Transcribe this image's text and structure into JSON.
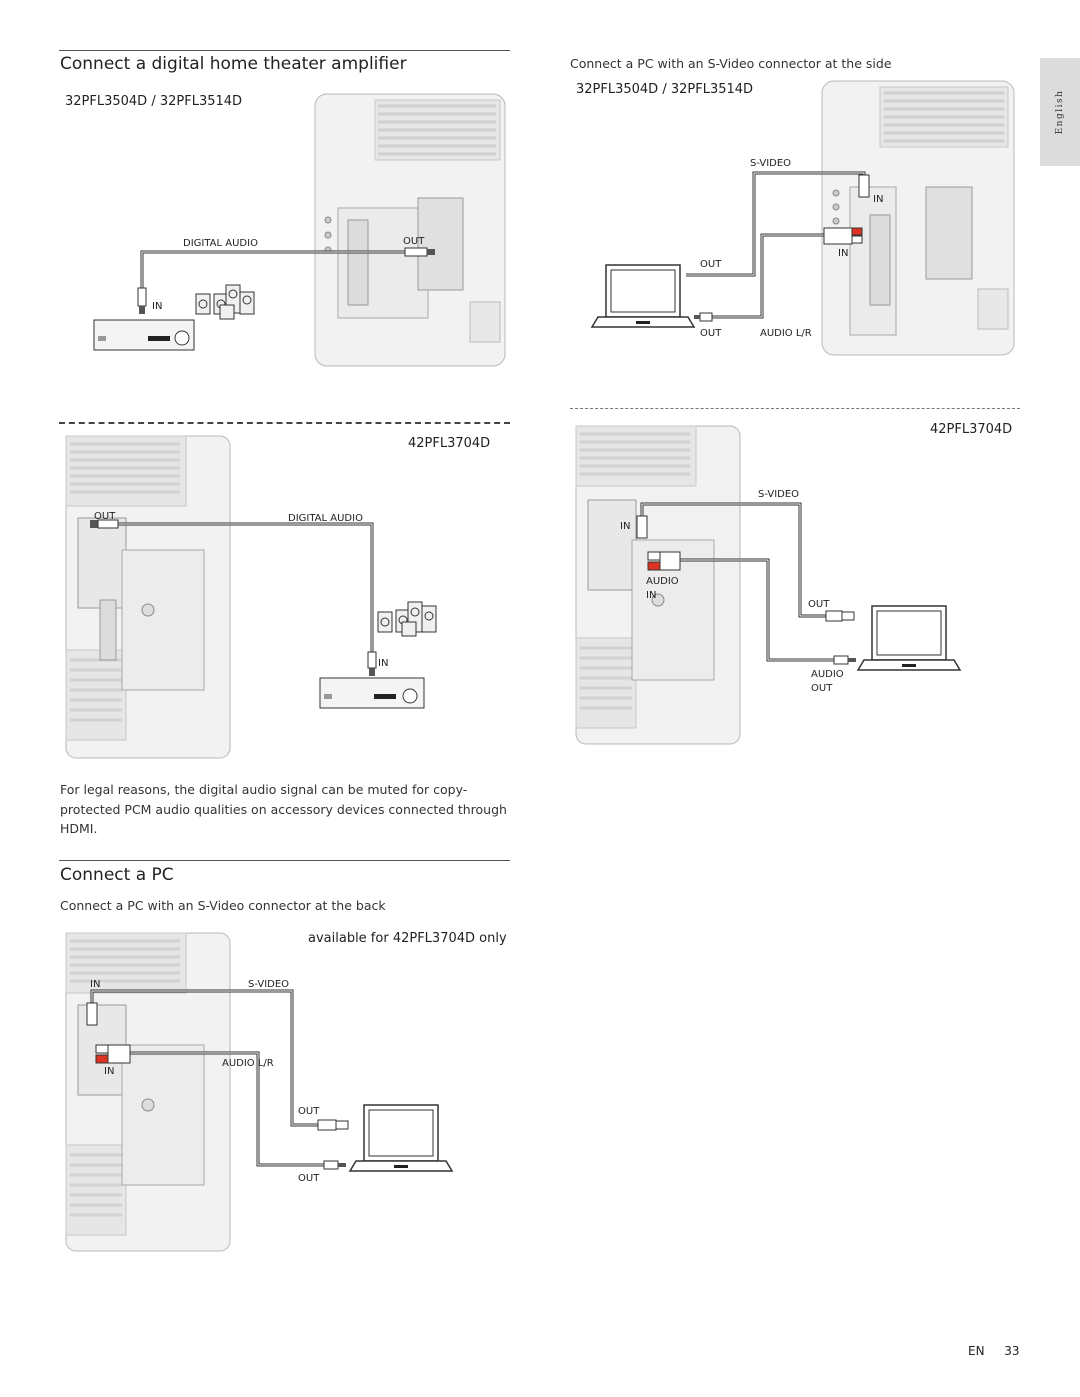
{
  "side_tab": {
    "label": "English"
  },
  "left": {
    "sec1_title": "Connect a digital home theater amplifier",
    "fig1": {
      "model": "32PFL3504D / 32PFL3514D",
      "label_digital_audio": "DIGITAL AUDIO",
      "label_out": "OUT",
      "label_in": "IN"
    },
    "fig2": {
      "model": "42PFL3704D",
      "label_out": "OUT",
      "label_digital_audio": "DIGITAL AUDIO",
      "label_in": "IN"
    },
    "legal_note": "For legal reasons, the digital audio signal can be muted for copy-protected PCM audio qualities on accessory devices connected through HDMI.",
    "sec2_title": "Connect a PC",
    "sec2_sub": "Connect a PC with an S-Video connector at the back",
    "fig3": {
      "availability": "available for 42PFL3704D only",
      "label_in_top": "IN",
      "label_svideo": "S-VIDEO",
      "label_in_bottom": "IN",
      "label_audio_lr": "AUDIO L/R",
      "label_out_top": "OUT",
      "label_out_bottom": "OUT"
    }
  },
  "right": {
    "sub": "Connect a PC with an S-Video connector at the side",
    "fig4": {
      "model": "32PFL3504D / 32PFL3514D",
      "label_svideo": "S-VIDEO",
      "label_in_top": "IN",
      "label_in_mid": "IN",
      "label_out_top": "OUT",
      "label_out_bottom": "OUT",
      "label_audio_lr": "AUDIO L/R"
    },
    "fig5": {
      "model": "42PFL3704D",
      "label_svideo": "S-VIDEO",
      "label_in_top": "IN",
      "label_audio": "AUDIO",
      "label_in_bottom": "IN",
      "label_out": "OUT",
      "label_audio_out_1": "AUDIO",
      "label_audio_out_2": "OUT"
    }
  },
  "footer": {
    "lang": "EN",
    "page": "33"
  }
}
